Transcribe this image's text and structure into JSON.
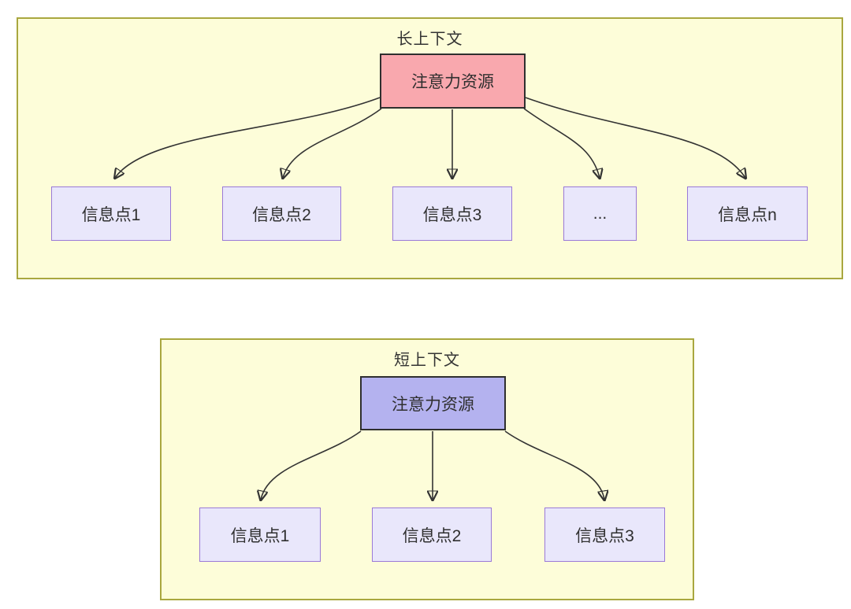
{
  "diagram": {
    "long": {
      "title": "长上下文",
      "root_label": "注意力资源",
      "children": [
        {
          "label": "信息点1"
        },
        {
          "label": "信息点2"
        },
        {
          "label": "信息点3"
        },
        {
          "label": "..."
        },
        {
          "label": "信息点n"
        }
      ]
    },
    "short": {
      "title": "短上下文",
      "root_label": "注意力资源",
      "children": [
        {
          "label": "信息点1"
        },
        {
          "label": "信息点2"
        },
        {
          "label": "信息点3"
        }
      ]
    },
    "colors": {
      "panel_fill": "#fdfdd9",
      "panel_border": "#a9a73f",
      "long_root_fill": "#f9a8ae",
      "short_root_fill": "#b4b2ef",
      "node_fill": "#e9e7fb",
      "node_border": "#9a79d8",
      "root_border": "#2f2f2f",
      "arrow_color": "#333333",
      "text_color": "#333333"
    }
  }
}
